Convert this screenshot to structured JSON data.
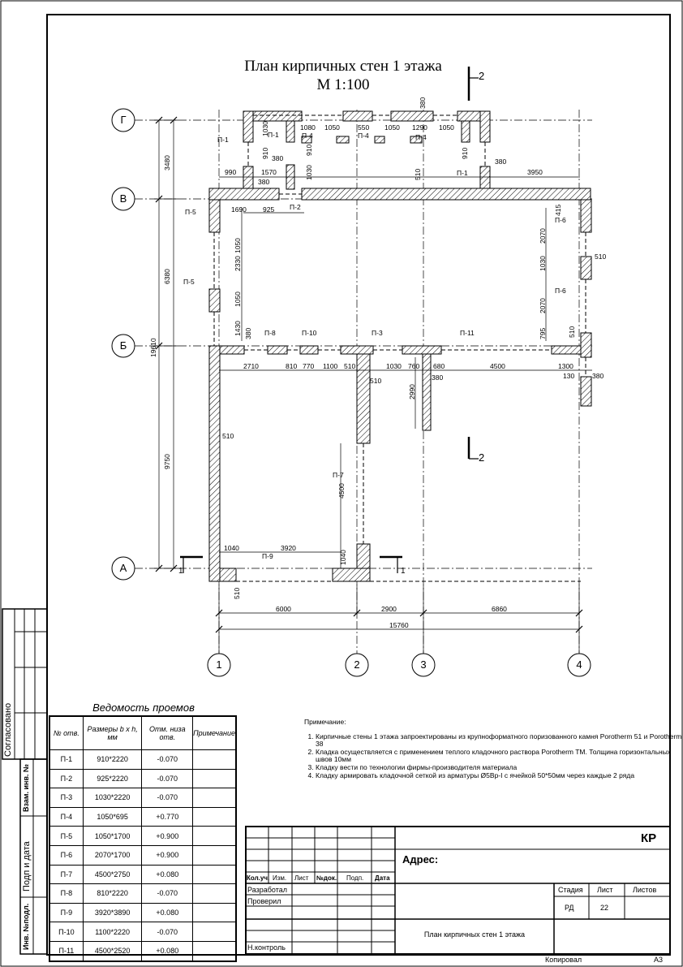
{
  "title": {
    "line1": "План кирпичных стен 1 этажа",
    "line2": "М 1:100"
  },
  "axes": {
    "rows": [
      "Г",
      "В",
      "Б",
      "А"
    ],
    "cols": [
      "1",
      "2",
      "3",
      "4"
    ]
  },
  "section_mark": "2",
  "section_mark_1": "1",
  "dims_bottom": {
    "span_1_2": "6000",
    "span_2_3": "2900",
    "span_3_4": "6860",
    "total": "15760"
  },
  "dims_left": {
    "g_v": "3480",
    "v_b": "6380",
    "b_a": "9750",
    "total": "19610"
  },
  "schedule": {
    "title": "Ведомость проемов",
    "headers": [
      "№ отв.",
      "Размеры b x h, мм",
      "Отм. низа отв.",
      "Примечание"
    ],
    "rows": [
      [
        "П-1",
        "910*2220",
        "-0.070",
        ""
      ],
      [
        "П-2",
        "925*2220",
        "-0.070",
        ""
      ],
      [
        "П-3",
        "1030*2220",
        "-0.070",
        ""
      ],
      [
        "П-4",
        "1050*695",
        "+0.770",
        ""
      ],
      [
        "П-5",
        "1050*1700",
        "+0.900",
        ""
      ],
      [
        "П-6",
        "2070*1700",
        "+0.900",
        ""
      ],
      [
        "П-7",
        "4500*2750",
        "+0.080",
        ""
      ],
      [
        "П-8",
        "810*2220",
        "-0.070",
        ""
      ],
      [
        "П-9",
        "3920*3890",
        "+0.080",
        ""
      ],
      [
        "П-10",
        "1100*2220",
        "-0.070",
        ""
      ],
      [
        "П-11",
        "4500*2520",
        "+0.080",
        ""
      ]
    ]
  },
  "notes": {
    "head": "Примечание:",
    "items": [
      "Кирпичные стены 1 этажа запроектированы из крупноформатного поризованного камня Porotherm 51 и Porotherm 38",
      "Кладка осуществляется с применением теплого кладочного раствора Porotherm TM. Толщина горизонтальных швов 10мм",
      "Кладку вести по технологии фирмы-производителя материала",
      "Кладку армировать кладочной сеткой из арматуры Ø5Вр-I с ячейкой 50*50мм через каждые 2 ряда"
    ]
  },
  "stamp": {
    "code": "КР",
    "address": "Адрес:",
    "cols": [
      "Кол.уч.",
      "Изм.",
      "Лист",
      "№док.",
      "Подп.",
      "Дата"
    ],
    "roles": [
      "Разработал",
      "Проверил",
      "",
      "",
      "Н.контроль"
    ],
    "stage_label": "Стадия",
    "sheet_label": "Лист",
    "sheets_label": "Листов",
    "stage": "РД",
    "sheet": "22",
    "sheets": "",
    "drawing_name": "План кирпичных стен 1 этажа",
    "copied": "Копировал",
    "format": "А3"
  },
  "side_labels": {
    "agreed": "Согласовано",
    "inv_replace": "Взам. инв. №",
    "sign_date": "Подп и дата",
    "inv_orig": "Инв. №подл."
  },
  "plan_labels": {
    "openings": [
      "П-1",
      "П-1",
      "П-1",
      "П-2",
      "П-3",
      "П-4",
      "П-4",
      "П-4",
      "П-5",
      "П-5",
      "П-6",
      "П-6",
      "П-7",
      "П-8",
      "П-9",
      "П-10",
      "П-11"
    ],
    "dims": [
      "990",
      "1570",
      "380",
      "3950",
      "380",
      "1080",
      "1050",
      "550",
      "1050",
      "1290",
      "1050",
      "1030",
      "910",
      "380",
      "1030",
      "910",
      "510",
      "380",
      "910",
      "1690",
      "925",
      "1050",
      "2330",
      "1050",
      "1430",
      "380",
      "415",
      "2070",
      "1030",
      "2070",
      "795",
      "510",
      "510",
      "2710",
      "810",
      "770",
      "1100",
      "510",
      "1030",
      "760",
      "680",
      "380",
      "4500",
      "1300",
      "130",
      "380",
      "510",
      "2990",
      "510",
      "4500",
      "1040",
      "3920",
      "1040",
      "510"
    ]
  }
}
